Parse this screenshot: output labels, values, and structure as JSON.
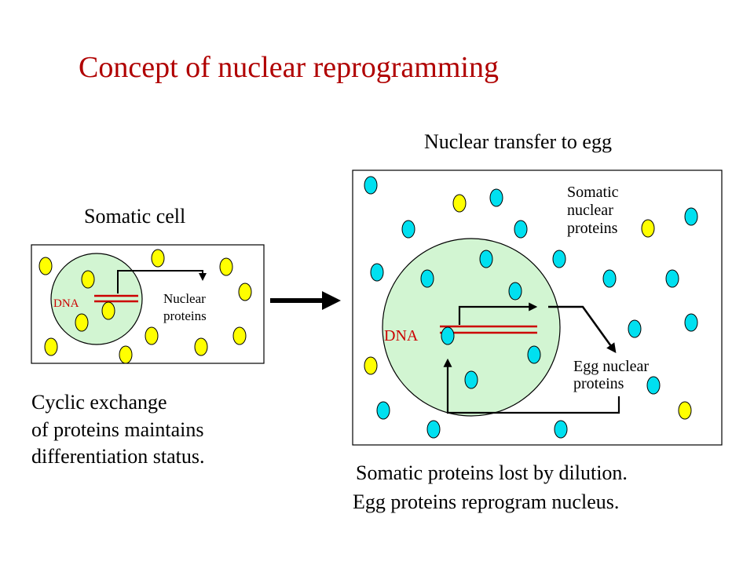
{
  "title": "Concept of nuclear reprogramming",
  "left_panel": {
    "heading": "Somatic cell",
    "dna_label": "DNA",
    "protein_label_line1": "Nuclear",
    "protein_label_line2": "proteins",
    "caption_line1": "Cyclic exchange",
    "caption_line2": "of proteins maintains",
    "caption_line3": "differentiation status."
  },
  "right_panel": {
    "heading": "Nuclear transfer to egg",
    "dna_label": "DNA",
    "somatic_label_line1": "Somatic",
    "somatic_label_line2": "nuclear",
    "somatic_label_line3": "proteins",
    "egg_label_line1": "Egg nuclear",
    "egg_label_line2": "proteins",
    "caption_line1": "Somatic proteins lost by dilution.",
    "caption_line2": "Egg proteins reprogram nucleus."
  },
  "colors": {
    "title": "#b00000",
    "dna": "#cc0000",
    "nucleus_fill": "#d2f5d2",
    "somatic_protein": "#ffff00",
    "egg_protein": "#00e0f0"
  }
}
